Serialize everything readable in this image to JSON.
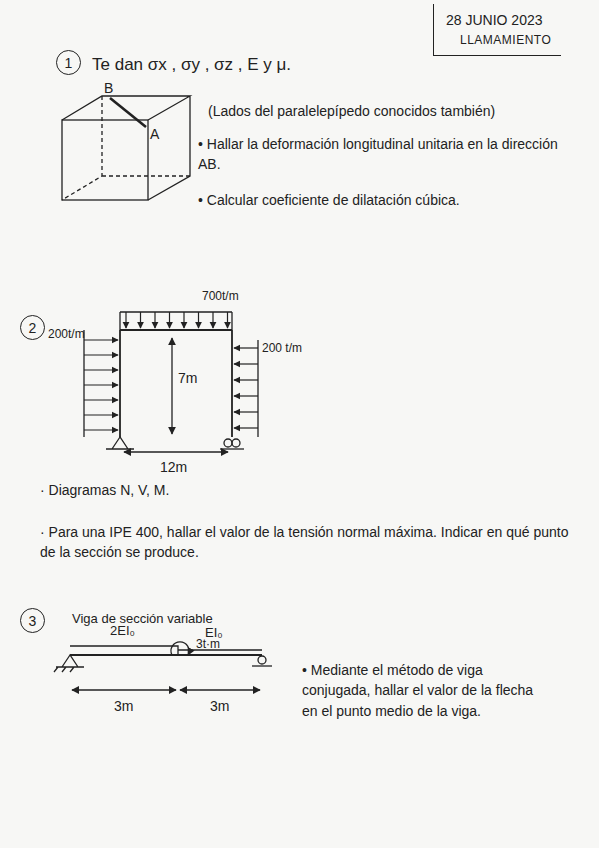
{
  "diagram": {
    "nodes": [
      {
        "text": [
          "28 JUNIO 2023",
          "LLAMAMIENTO"
        ]
      },
      {
        "text": [
          "1"
        ]
      },
      {
        "text": [
          "2"
        ]
      },
      {
        "text": [
          "3"
        ]
      }
    ],
    "labels": [
      "Te dan σx , σy , σz , E y μ.",
      "B",
      "A",
      "(Lados del paralelepípedo conocidos también)",
      "• Hallar la deformación longitudinal unitaria en la dirección AB.",
      "• Calcular coeficiente de dilatación cúbica.",
      "700t/m",
      "200t/m",
      "200 t/m",
      "7m",
      "12m",
      "· Diagramas N, V, M.",
      "· Para una IPE 400, hallar el valor de la tensión normal máxima. Indicar en qué punto de la sección se produce.",
      "Viga de sección variable",
      "2EI₀",
      "EI₀",
      "3t·m",
      "3m",
      "3m",
      "• Mediante el método de viga conjugada, hallar el valor de la flecha en el punto medio de la viga."
    ]
  }
}
